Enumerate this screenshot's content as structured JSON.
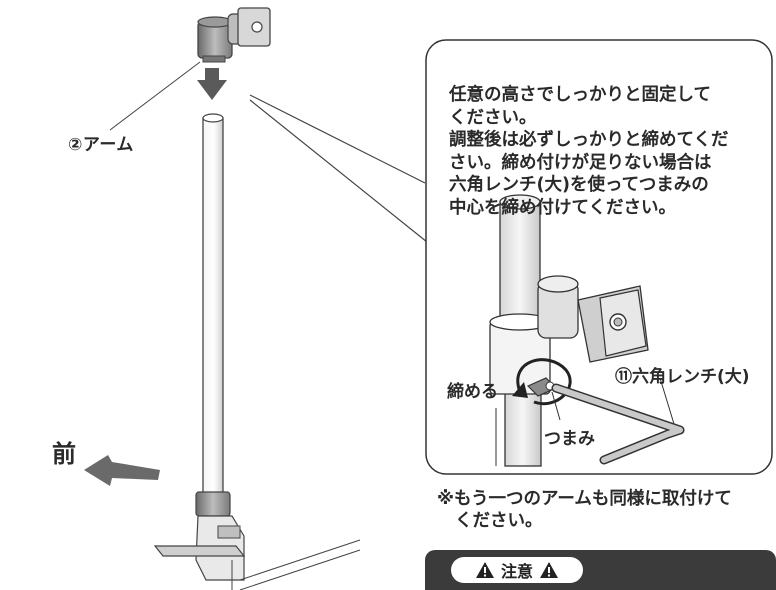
{
  "labels": {
    "arm": "②アーム",
    "front": "前",
    "wrench": "⑪六角レンチ(大)",
    "tighten": "締める",
    "knob": "つまみ"
  },
  "callout": {
    "lines": [
      "任意の高さでしっかりと固定して",
      "ください。",
      "調整後は必ずしっかりと締めてくだ",
      "さい。締め付けが足りない場合は",
      "六角レンチ(大)を使ってつまみの",
      "中心を締め付けてください。"
    ]
  },
  "note": {
    "lines": [
      "※もう一つのアームも同様に取付けて",
      "ください。"
    ]
  },
  "caution": {
    "label": "注意",
    "icon": "warning-triangle-icon"
  },
  "colors": {
    "ink": "#2a2a2a",
    "pole_fill": "#e6e6e6",
    "dark_part": "#8a8a8a",
    "caution_bar": "#3b3b3b"
  }
}
